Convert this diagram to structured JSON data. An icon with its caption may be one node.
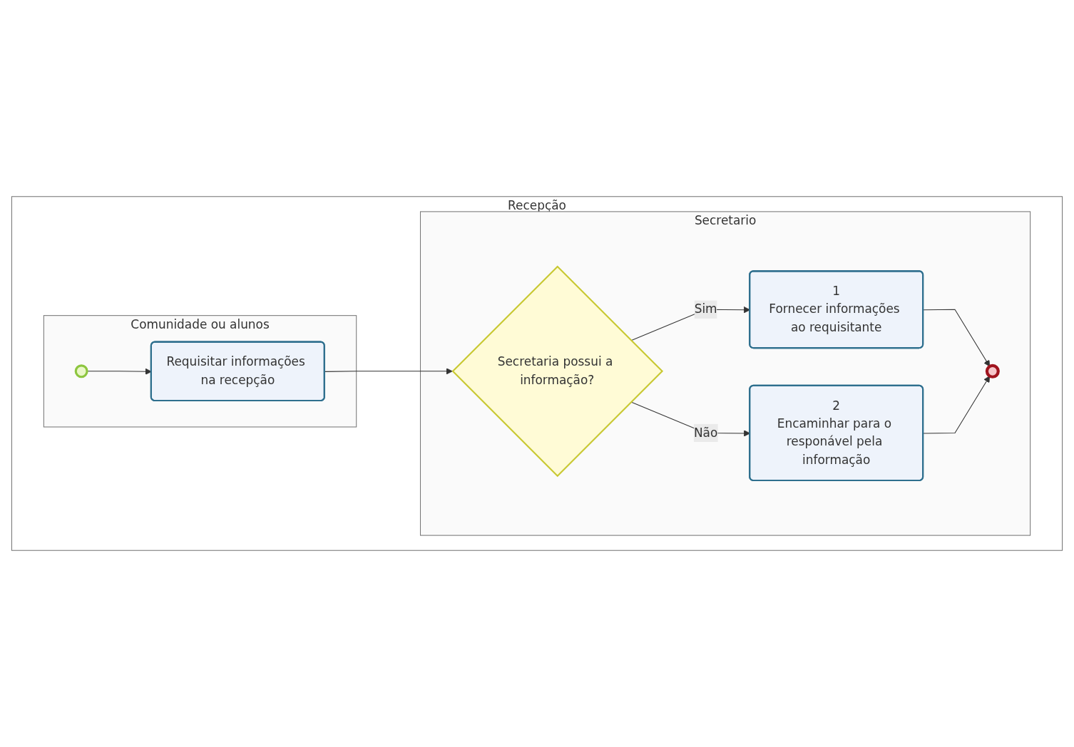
{
  "diagram": {
    "nodes": [
      {
        "text": [
          "Recepção"
        ]
      },
      {
        "text": [
          "Comunidade ou alunos"
        ],
        "in": 0
      },
      {
        "text": [],
        "shape": "circle",
        "in": 1
      },
      {
        "text": [
          "Requisitar informações na recepção"
        ],
        "in": 1
      },
      {
        "text": [
          "Secretario"
        ],
        "in": 0
      },
      {
        "text": [
          "Secretaria possui a informação?"
        ],
        "in": 4
      },
      {
        "text": [
          "1",
          "Fornecer informações ao requisitante"
        ],
        "in": 4
      },
      {
        "text": [
          "2",
          "Encaminhar para o responável pela informação"
        ],
        "in": 4
      },
      {
        "text": [],
        "shape": "circle",
        "in": 4
      }
    ],
    "edges": [
      {
        "from": 2,
        "to": 3,
        "arrow": "to"
      },
      {
        "from": 3,
        "to": 5,
        "arrow": "to"
      },
      {
        "from": 5,
        "to": 6,
        "label": "Sim",
        "arrow": "to"
      },
      {
        "from": 5,
        "to": 7,
        "label": "Não",
        "arrow": "to"
      },
      {
        "from": 6,
        "to": 8,
        "arrow": "to"
      },
      {
        "from": 7,
        "to": 8,
        "arrow": "to"
      }
    ]
  }
}
